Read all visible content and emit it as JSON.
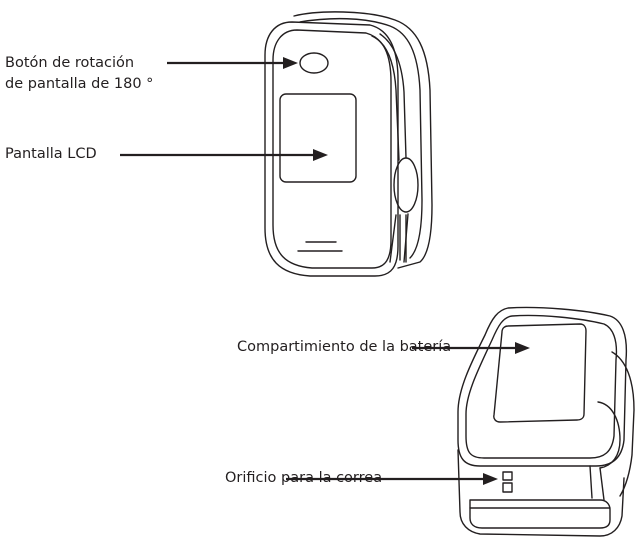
{
  "labels": {
    "rotation_button": [
      "Botón de rotación",
      "de pantalla de 180 °"
    ],
    "lcd_screen": "Pantalla LCD",
    "battery_compartment": "Compartimiento de la batería",
    "strap_hole": "Orificio para la correa"
  },
  "colors": {
    "stroke": "#231f20",
    "text": "#231f20",
    "background": "#ffffff"
  }
}
